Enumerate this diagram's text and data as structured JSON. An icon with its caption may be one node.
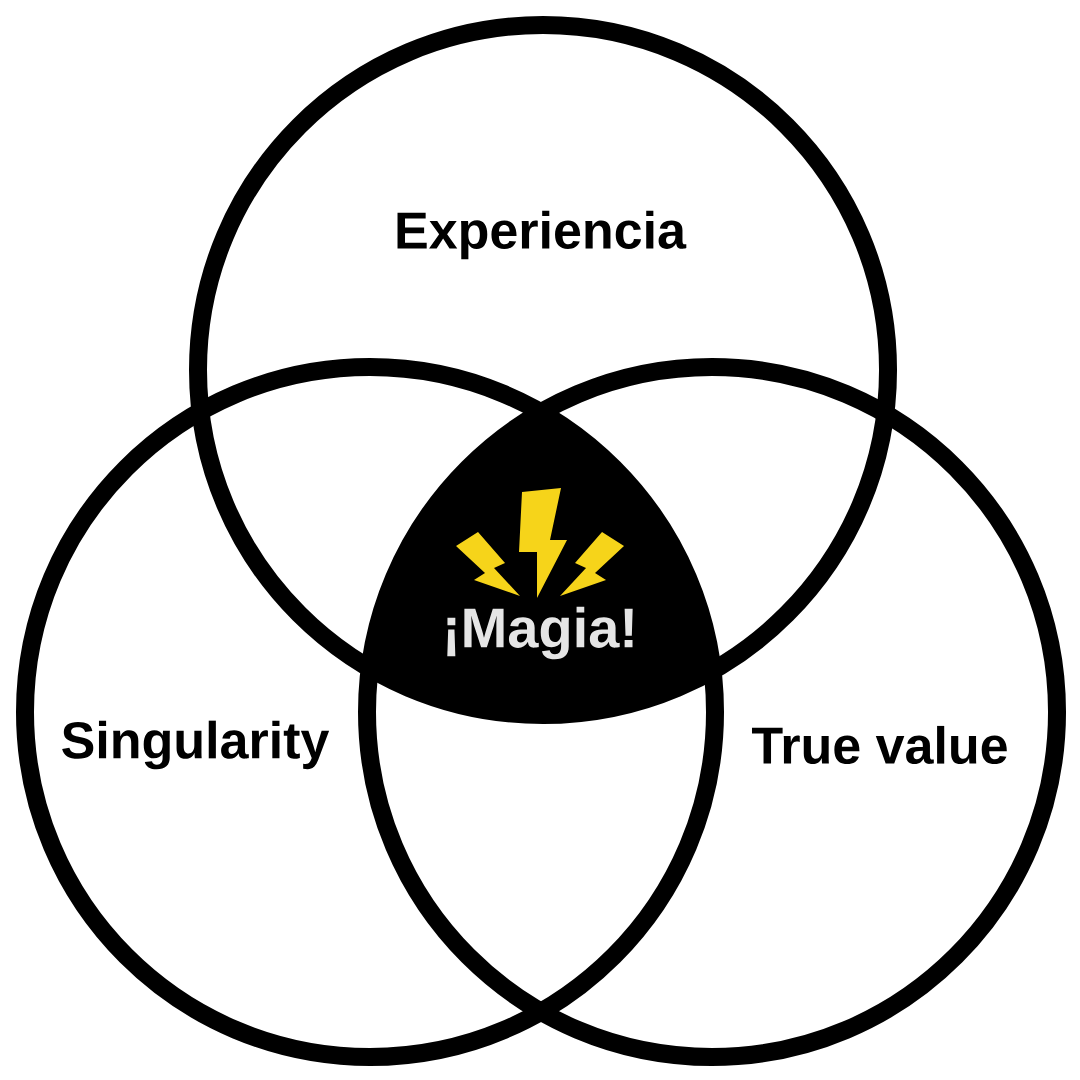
{
  "diagram": {
    "nodes": [
      {
        "text": [
          "Experiencia"
        ]
      },
      {
        "text": [
          "Singularity"
        ]
      },
      {
        "text": [
          "True value"
        ]
      },
      {
        "text": [
          "¡Magia!"
        ]
      }
    ]
  }
}
